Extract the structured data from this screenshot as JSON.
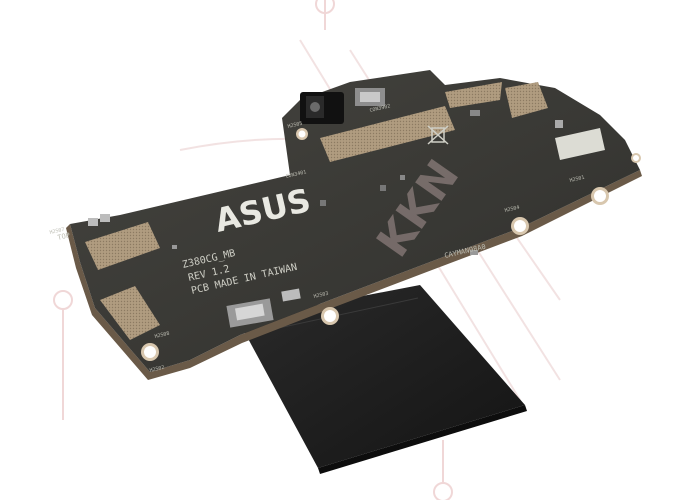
{
  "photo": {
    "subject": "Asus tablet PCB mainboard with flex ribbon cable",
    "board": {
      "brand_logo": "ASUS",
      "model": "Z380CG_MB",
      "revision": "REV 1.2",
      "origin": "PCB MADE IN TAIWAN",
      "serial_code": "CAYMAN08A0",
      "side_label": "TOP",
      "hole_labels": [
        "H2S07",
        "H2S08",
        "H2S03",
        "H2S02",
        "H2S04",
        "H2S01",
        "H2S05"
      ],
      "connector_labels": [
        "CON3902",
        "CON3401"
      ]
    },
    "watermark": "KKN",
    "colors": {
      "pcb": "#3a3a37",
      "pcb_edge": "#6a5a48",
      "gold_pad": "#b8a488",
      "ribbon": "#1c1c1c",
      "watermark": "#e6c9c9"
    }
  }
}
